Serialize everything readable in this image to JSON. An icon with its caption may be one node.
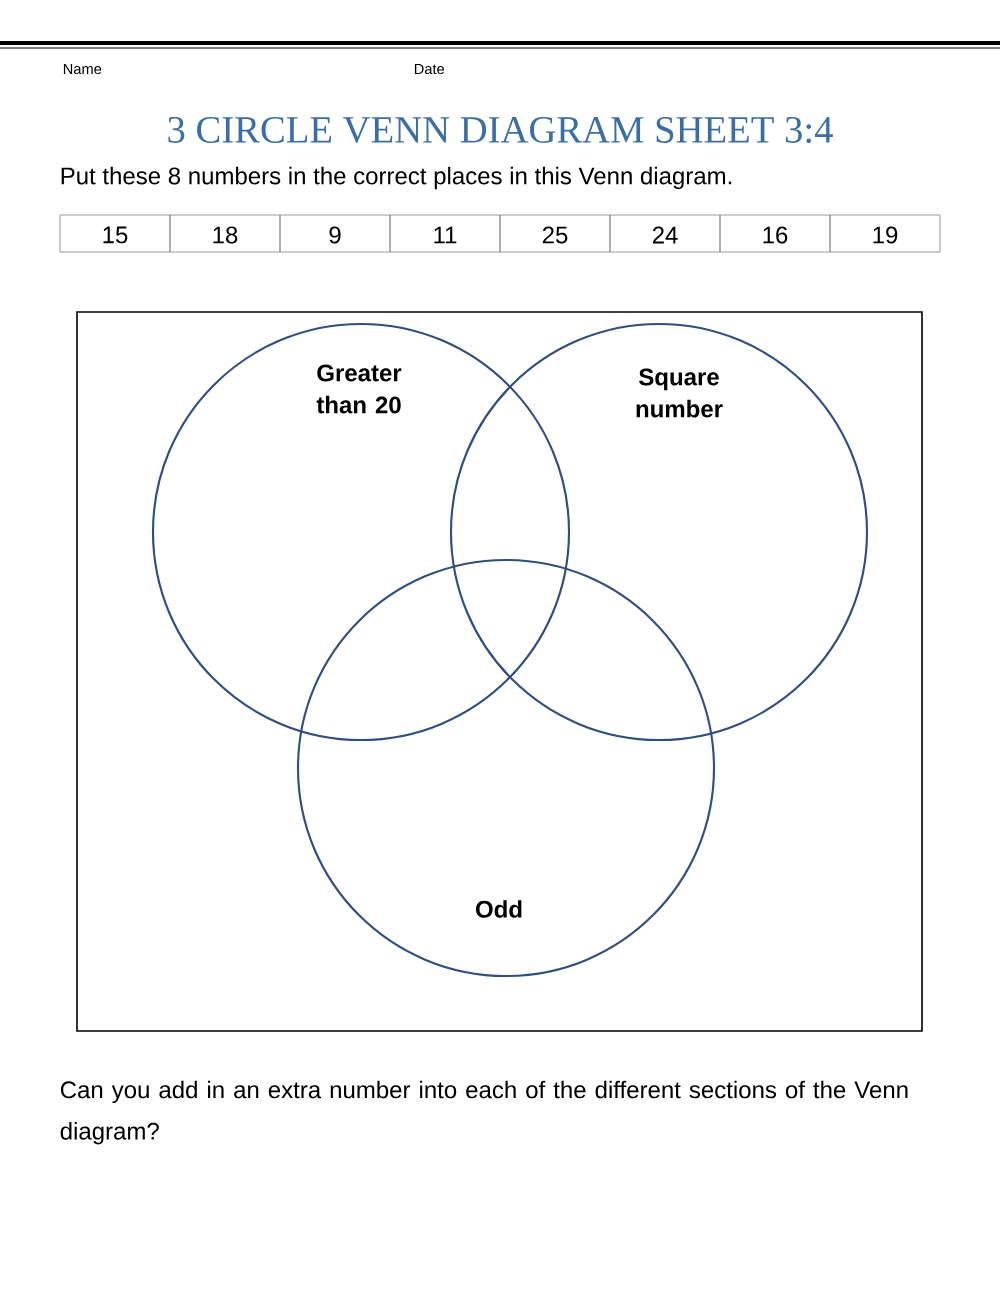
{
  "diagram": {
    "title": "3 CIRCLE VENN DIAGRAM SHEET 3:4",
    "nodes": [
      {
        "text": [
          "Greater than 20"
        ]
      },
      {
        "text": [
          "Square number"
        ]
      },
      {
        "text": [
          "Odd"
        ]
      }
    ],
    "edges": [],
    "labels": [
      "Name",
      "Date",
      "Put these 8 numbers in the correct places in this Venn diagram.",
      "15",
      "18",
      "9",
      "11",
      "25",
      "24",
      "16",
      "19",
      "Can you add in an extra number into each of the different sections of the Venn diagram?"
    ]
  }
}
